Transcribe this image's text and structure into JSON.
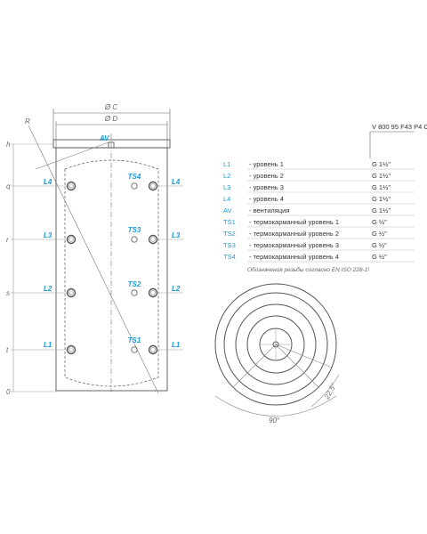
{
  "dims": {
    "c": "Ø C",
    "d": "Ø D",
    "r": "R",
    "angle_90": "90°",
    "angle_225": "22,5°"
  },
  "levels": [
    {
      "id": "h",
      "label": "h"
    },
    {
      "id": "q",
      "label": "q"
    },
    {
      "id": "r",
      "label": "r"
    },
    {
      "id": "s",
      "label": "s"
    },
    {
      "id": "t",
      "label": "t"
    },
    {
      "id": "0",
      "label": "0"
    }
  ],
  "ports": {
    "av": "AV",
    "left": [
      "L4",
      "L3",
      "L2",
      "L1"
    ],
    "right": [
      "L4",
      "L3",
      "L2",
      "L1"
    ],
    "sensors": [
      "TS4",
      "TS3",
      "TS2",
      "TS1"
    ]
  },
  "model": "V 800 95 F43 P4 C",
  "connections": [
    {
      "code": "L1",
      "desc": "- уровень 1",
      "thread": "G 1½\""
    },
    {
      "code": "L2",
      "desc": "- уровень 2",
      "thread": "G 1½\""
    },
    {
      "code": "L3",
      "desc": "- уровень 3",
      "thread": "G 1½\""
    },
    {
      "code": "L4",
      "desc": "- уровень 4",
      "thread": "G 1½\""
    },
    {
      "code": "AV",
      "desc": "- вентиляция",
      "thread": "G 1½\""
    },
    {
      "code": "TS1",
      "desc": "- термокарманный уровень 1",
      "thread": "G ½\""
    },
    {
      "code": "TS2",
      "desc": "- термокарманный уровень 2",
      "thread": "G ½\""
    },
    {
      "code": "TS3",
      "desc": "- термокарманный уровень 3",
      "thread": "G ½\""
    },
    {
      "code": "TS4",
      "desc": "- термокарманный уровень 4",
      "thread": "G ½\""
    }
  ],
  "note": "Обозначения резьбы согласно EN ISO 228-1!",
  "colors": {
    "accent": "#1f9ad6",
    "line": "#555555",
    "label": "#666666"
  }
}
